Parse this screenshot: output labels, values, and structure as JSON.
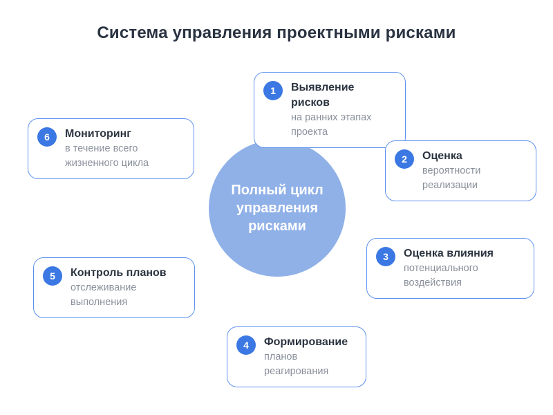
{
  "title": "Система управления проектными рисками",
  "center_circle": {
    "text": "Полный цикл\nуправления\nрисками"
  },
  "items": [
    {
      "number": "1",
      "title": "Выявление рисков",
      "subtitle": "на ранних этапах проекта"
    },
    {
      "number": "2",
      "title": "Оценка",
      "subtitle": "вероятности реализации"
    },
    {
      "number": "3",
      "title": "Оценка влияния",
      "subtitle": "потенциального воздействия"
    },
    {
      "number": "4",
      "title": "Формирование",
      "subtitle": "планов реагирования"
    },
    {
      "number": "5",
      "title": "Контроль планов",
      "subtitle": "отслеживание выполнения"
    },
    {
      "number": "6",
      "title": "Мониторинг",
      "subtitle": "в течение всего жизненного цикла"
    }
  ],
  "colors": {
    "badge_blue": "#3b78e3",
    "circle_fill": "#90b1e8",
    "card_border": "#5e92ee",
    "title_text": "#2a3342",
    "card_title_text": "#2b3440",
    "card_subtitle_text": "#8a909b",
    "background": "#ffffff"
  }
}
